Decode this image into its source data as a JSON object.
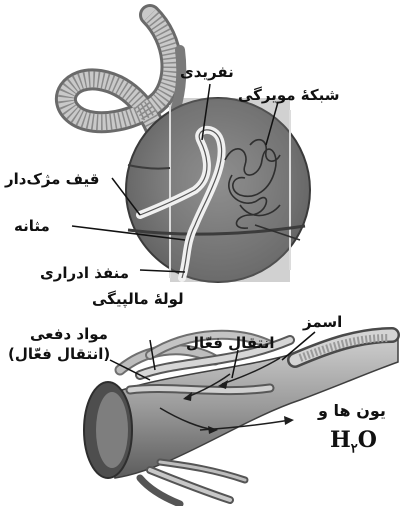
{
  "labels": {
    "nephridium": "نفریدی",
    "capillary_network": "شبکهٔ مویرگی",
    "ciliated_funnel": "قیف مژک‌دار",
    "bladder": "مثانه",
    "excretory_pore": "منفذ ادراری",
    "malpighian_tubule": "لولهٔ مالپیگی",
    "active_transport": "انتقال فعّال",
    "osmosis": "اسمز",
    "excreted_materials": "مواد دفعی",
    "excreted_materials_note": "(انتقال فعّال)",
    "ions_and": "یون ها و",
    "water_H": "H",
    "water_sub": "۲",
    "water_O": "O"
  }
}
